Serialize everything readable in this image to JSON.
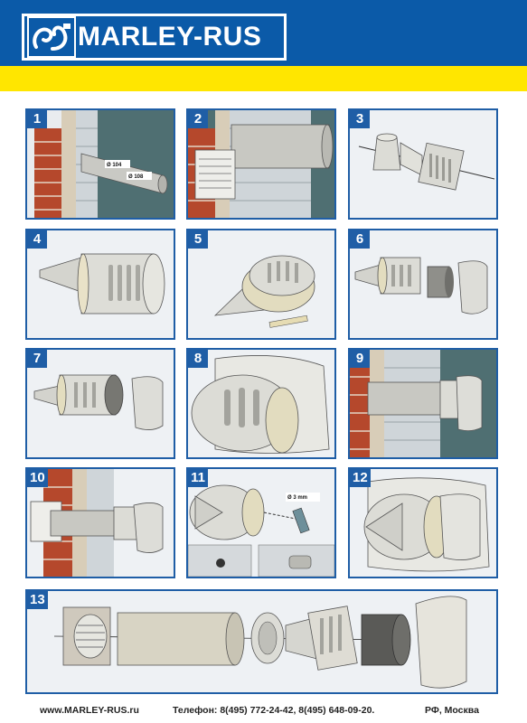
{
  "header": {
    "brand": "MARLEY-RUS",
    "colors": {
      "blue": "#0b5aa8",
      "yellow": "#ffe600",
      "panel_border": "#1f5ea6"
    }
  },
  "steps": [
    {
      "number": "1",
      "labels": [
        "Ø 104",
        "Ø 108"
      ]
    },
    {
      "number": "2"
    },
    {
      "number": "3"
    },
    {
      "number": "4"
    },
    {
      "number": "5"
    },
    {
      "number": "6"
    },
    {
      "number": "7"
    },
    {
      "number": "8"
    },
    {
      "number": "9"
    },
    {
      "number": "10"
    },
    {
      "number": "11",
      "labels": [
        "Ø 3 mm"
      ]
    },
    {
      "number": "12"
    },
    {
      "number": "13"
    }
  ],
  "footer": {
    "website": "www.MARLEY-RUS.ru",
    "phone": "Телефон: 8(495) 772-24-42,  8(495) 648-09-20.",
    "location": "РФ, Москва"
  }
}
